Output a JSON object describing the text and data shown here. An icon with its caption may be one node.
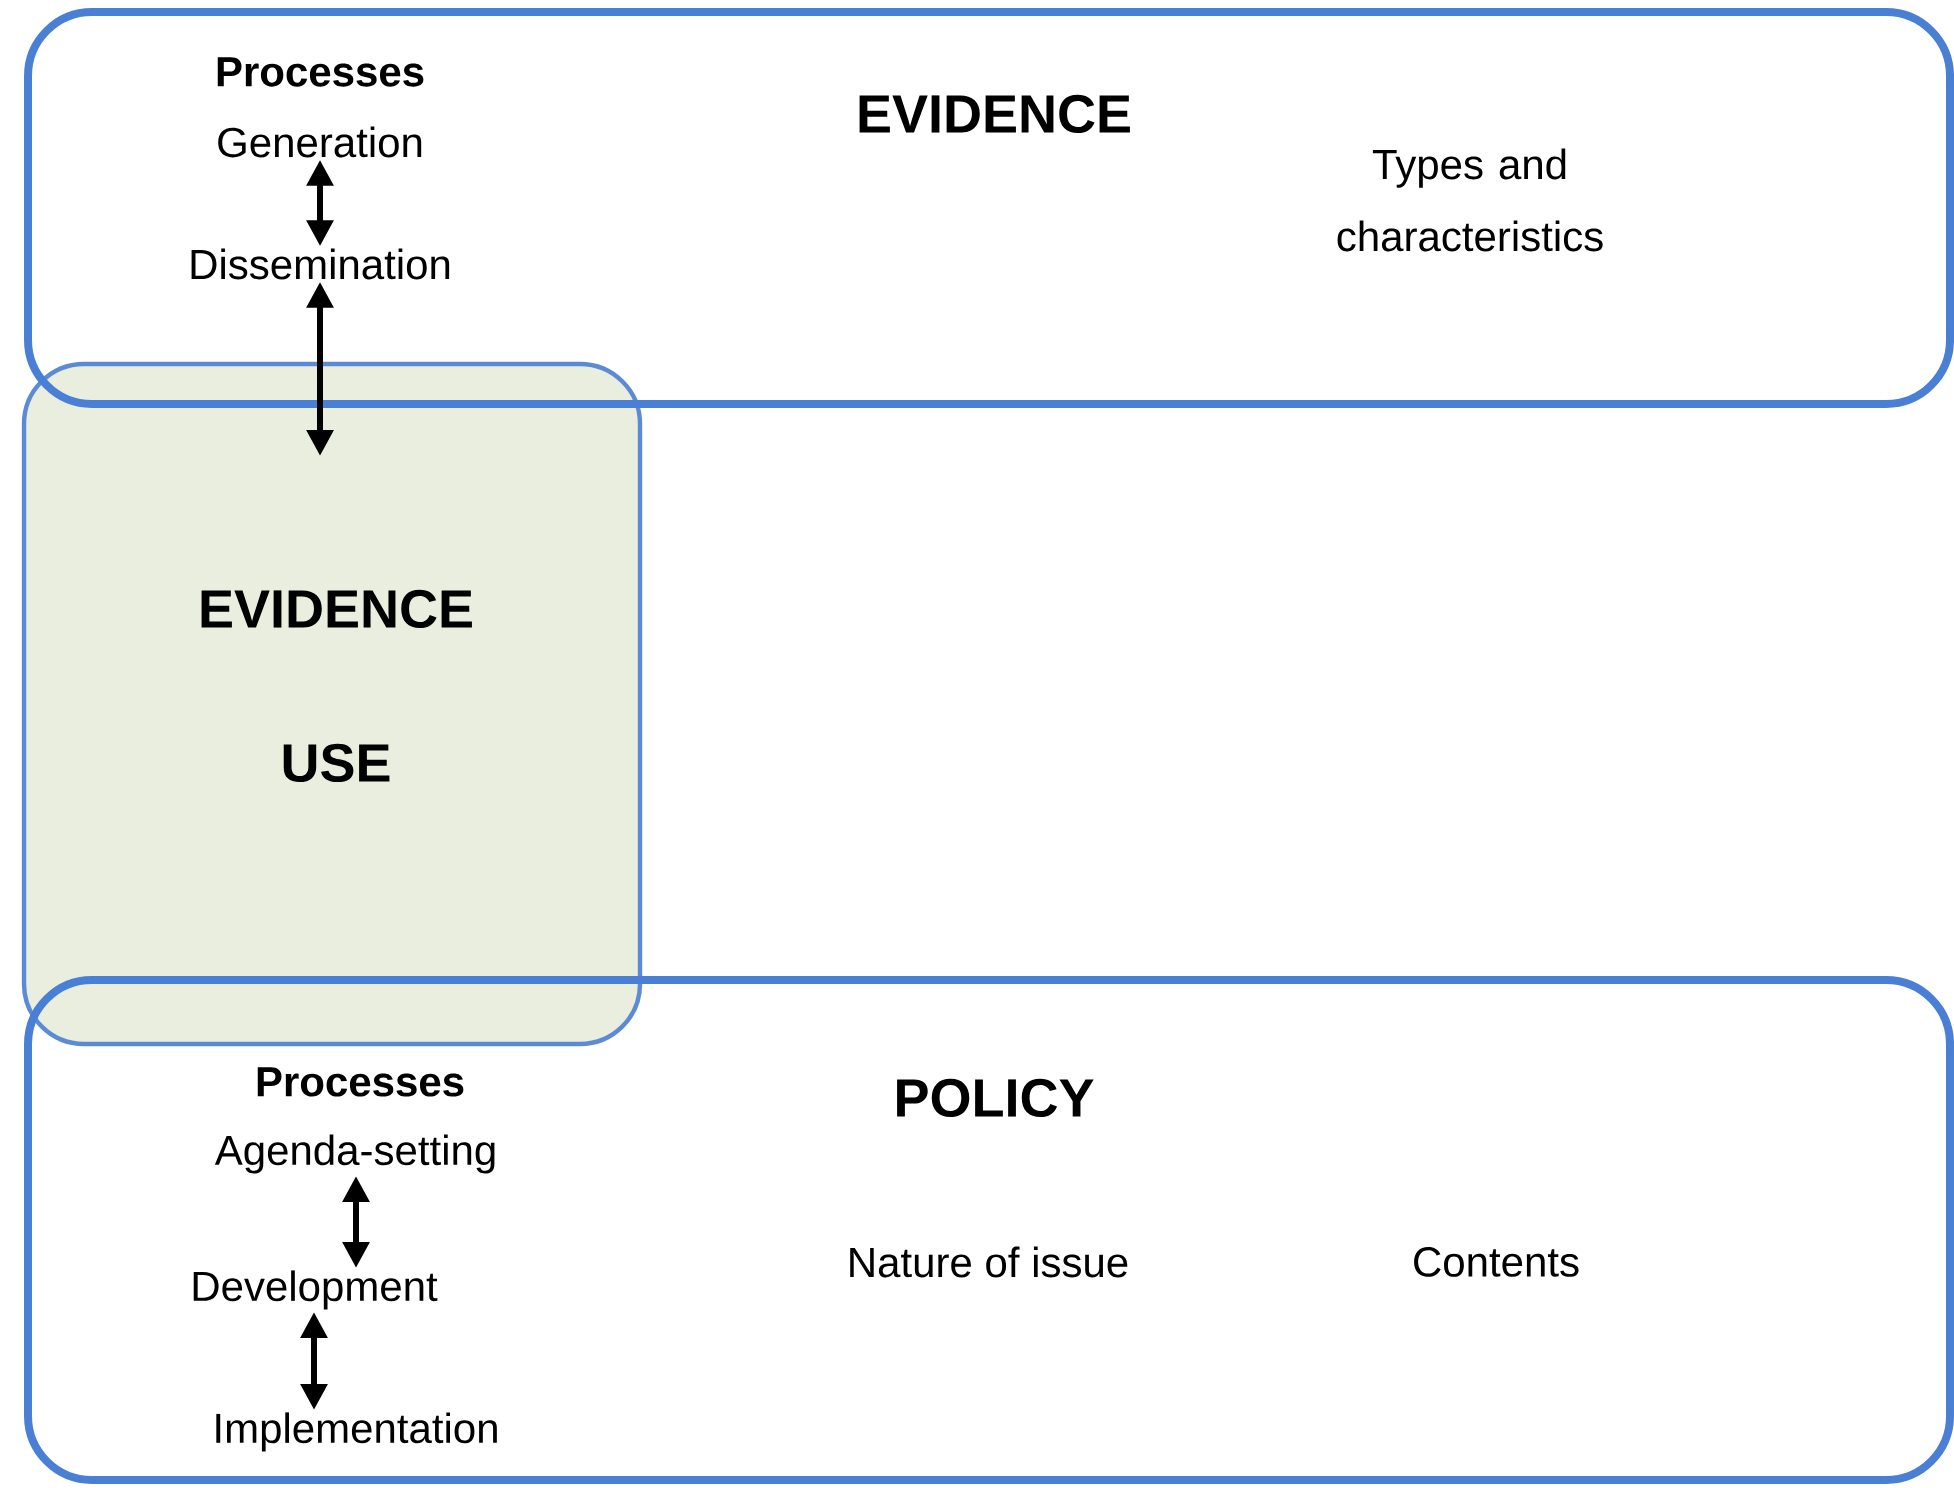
{
  "diagram": {
    "nodes": [
      {
        "text": [
          "EVIDENCE",
          "Types and characteristics"
        ]
      },
      {
        "text": [
          "Generation"
        ],
        "in": 0
      },
      {
        "text": [
          "Dissemination"
        ],
        "in": 0
      },
      {
        "text": [
          "EVIDENCE USE"
        ]
      },
      {
        "text": [
          "POLICY",
          "Nature of issue",
          "Contents"
        ]
      },
      {
        "text": [
          "Agenda-setting"
        ],
        "in": 4
      },
      {
        "text": [
          "Development"
        ],
        "in": 4
      },
      {
        "text": [
          "Implementation"
        ],
        "in": 4
      }
    ],
    "edges": [
      {
        "from": 1,
        "to": 2,
        "arrow": "both"
      },
      {
        "from": 2,
        "to": 3,
        "arrow": "both"
      },
      {
        "from": 5,
        "to": 6,
        "arrow": "both"
      },
      {
        "from": 6,
        "to": 7,
        "arrow": "both"
      }
    ],
    "labels": [
      "Processes",
      "Processes"
    ]
  }
}
